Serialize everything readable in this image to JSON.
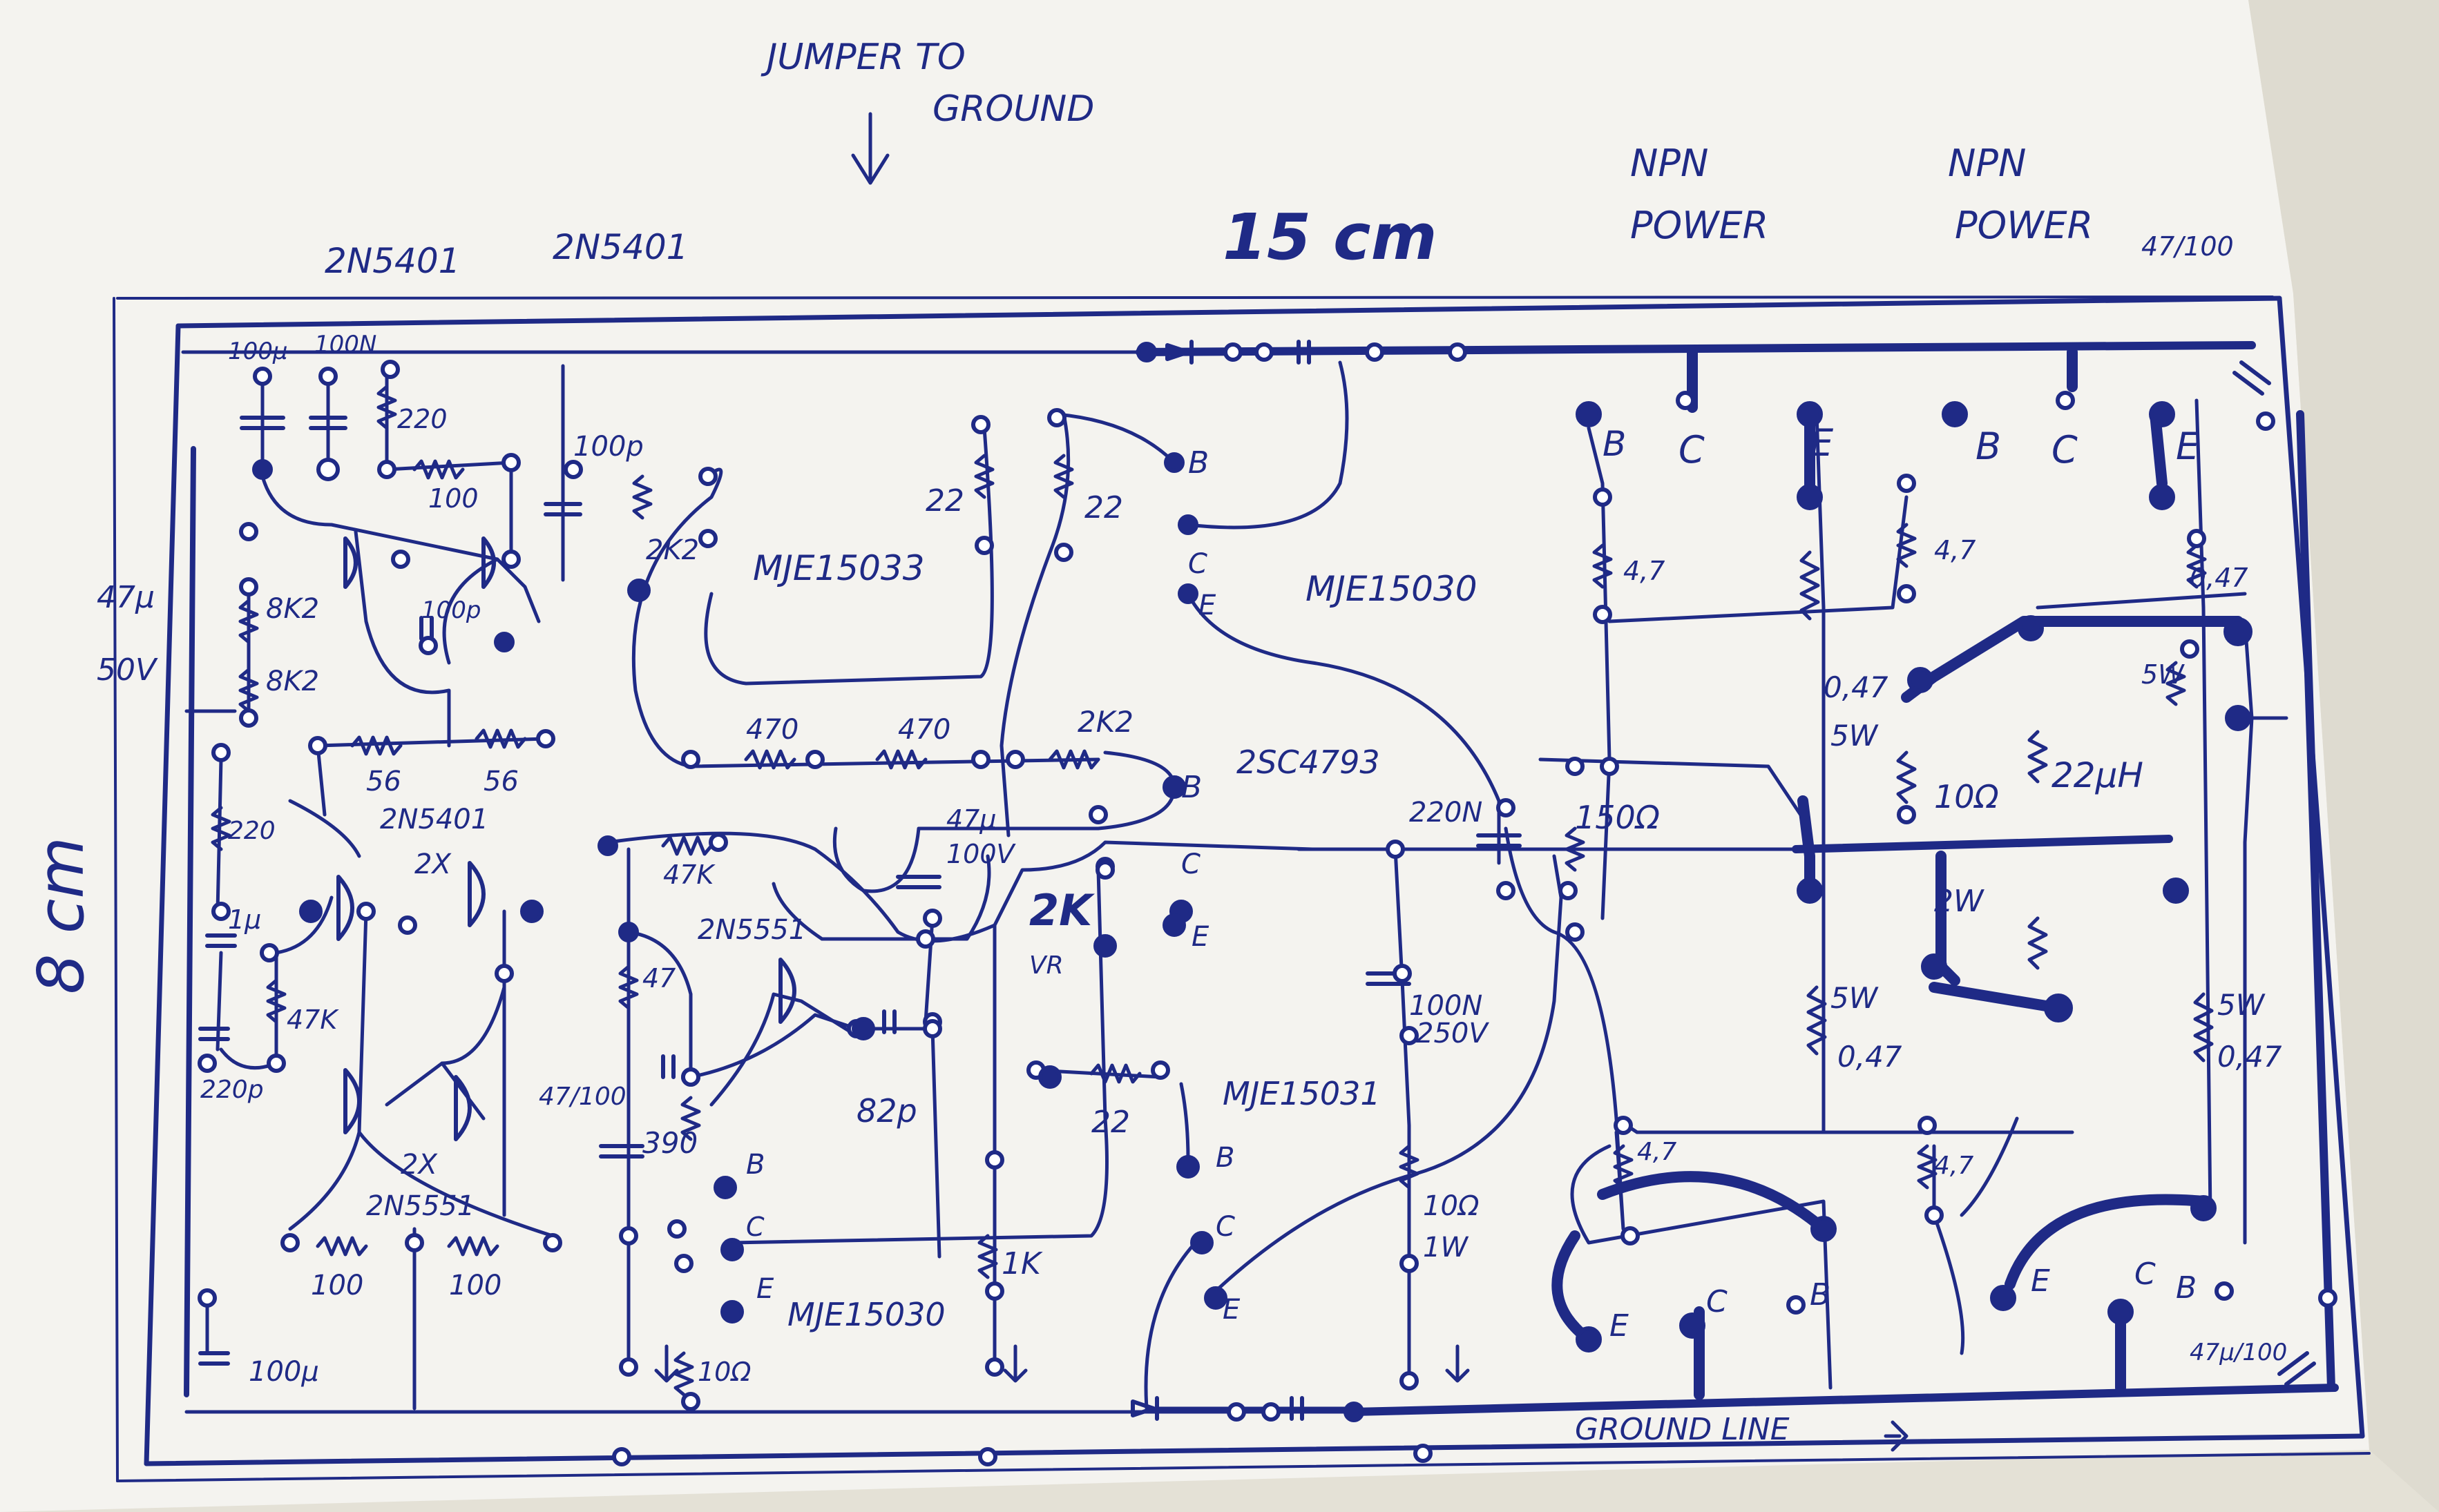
{
  "header": {
    "jumper_note_line1": "JUMPER TO",
    "jumper_note_line2": "GROUND",
    "width_dim": "15 cm",
    "height_dim": "8 cm",
    "q_top_left_1": "2N5401",
    "q_top_left_2": "2N5401",
    "npn_1_line1": "NPN",
    "npn_1_line2": "POWER",
    "npn_2_line1": "NPN",
    "npn_2_line2": "POWER",
    "cap_top_right": "47/100"
  },
  "components": {
    "c_100u_top": "100µ",
    "c_100n_top": "100N",
    "r_220_top": "220",
    "r_100_top": "100",
    "c_100p_top": "100p",
    "r_2k2_top": "2K2",
    "c_47u_50v_a": "47µ",
    "c_47u_50v_b": "50V",
    "r_8k2_a": "8K2",
    "r_8k2_b": "8K2",
    "c_100p_mid": "100p",
    "r_56_a": "56",
    "r_56_b": "56",
    "q_2n5401_mid": "2N5401",
    "q_2x_a": "2X",
    "r_220_left": "220",
    "c_1u": "1µ",
    "r_47k_left": "47K",
    "c_220p": "220p",
    "q_2x_b": "2X",
    "q_2n5551": "2N5551",
    "r_100_bl_a": "100",
    "r_100_bl_b": "100",
    "c_100u_bot": "100µ",
    "r_22_a": "22",
    "r_22_b": "22",
    "q_mje15033": "MJE15033",
    "q_mje15030_top": "MJE15030",
    "r_470_a": "470",
    "r_470_b": "470",
    "r_2k2_mid": "2K2",
    "q_2sc4793": "2SC4793",
    "c_47u_100v_a": "47µ",
    "c_47u_100v_b": "100V",
    "r_47k_mid": "47K",
    "q_2n5551_mid": "2N5551",
    "vr_2k": "2K",
    "vr_label": "VR",
    "r_47": "47",
    "c_47_100": "47/100",
    "c_390": "390",
    "c_82p": "82p",
    "r_22_c": "22",
    "q_mje15031": "MJE15031",
    "r_1k": "1K",
    "q_mje15030_bot": "MJE15030",
    "r_10ohm_bl": "10Ω",
    "c_220n": "220N",
    "r_150ohm": "150Ω",
    "c_100n_250v_a": "100N",
    "c_100n_250v_b": "250V",
    "r_10ohm_1w_a": "10Ω",
    "r_10ohm_1w_b": "1W",
    "r_47_p1": "4,7",
    "r_047_5w_a": "0,47",
    "r_047_5w_b": "5W",
    "r_47_p2": "4,7",
    "r_047_top": "0,47",
    "r_5w_top": "5W",
    "r_10ohm_r": "10Ω",
    "l_22uh": "22µH",
    "r_2w": "2W",
    "r_5w_bl": "5W",
    "r_047_bl": "0,47",
    "r_5w_br": "5W",
    "r_047_br": "0,47",
    "r_47_b1": "4,7",
    "r_47_b2": "4,7",
    "c_47_100_br": "47µ/100"
  },
  "pins": {
    "b": "B",
    "c": "C",
    "e": "E"
  },
  "footer": {
    "ground_line": "GROUND LINE"
  }
}
